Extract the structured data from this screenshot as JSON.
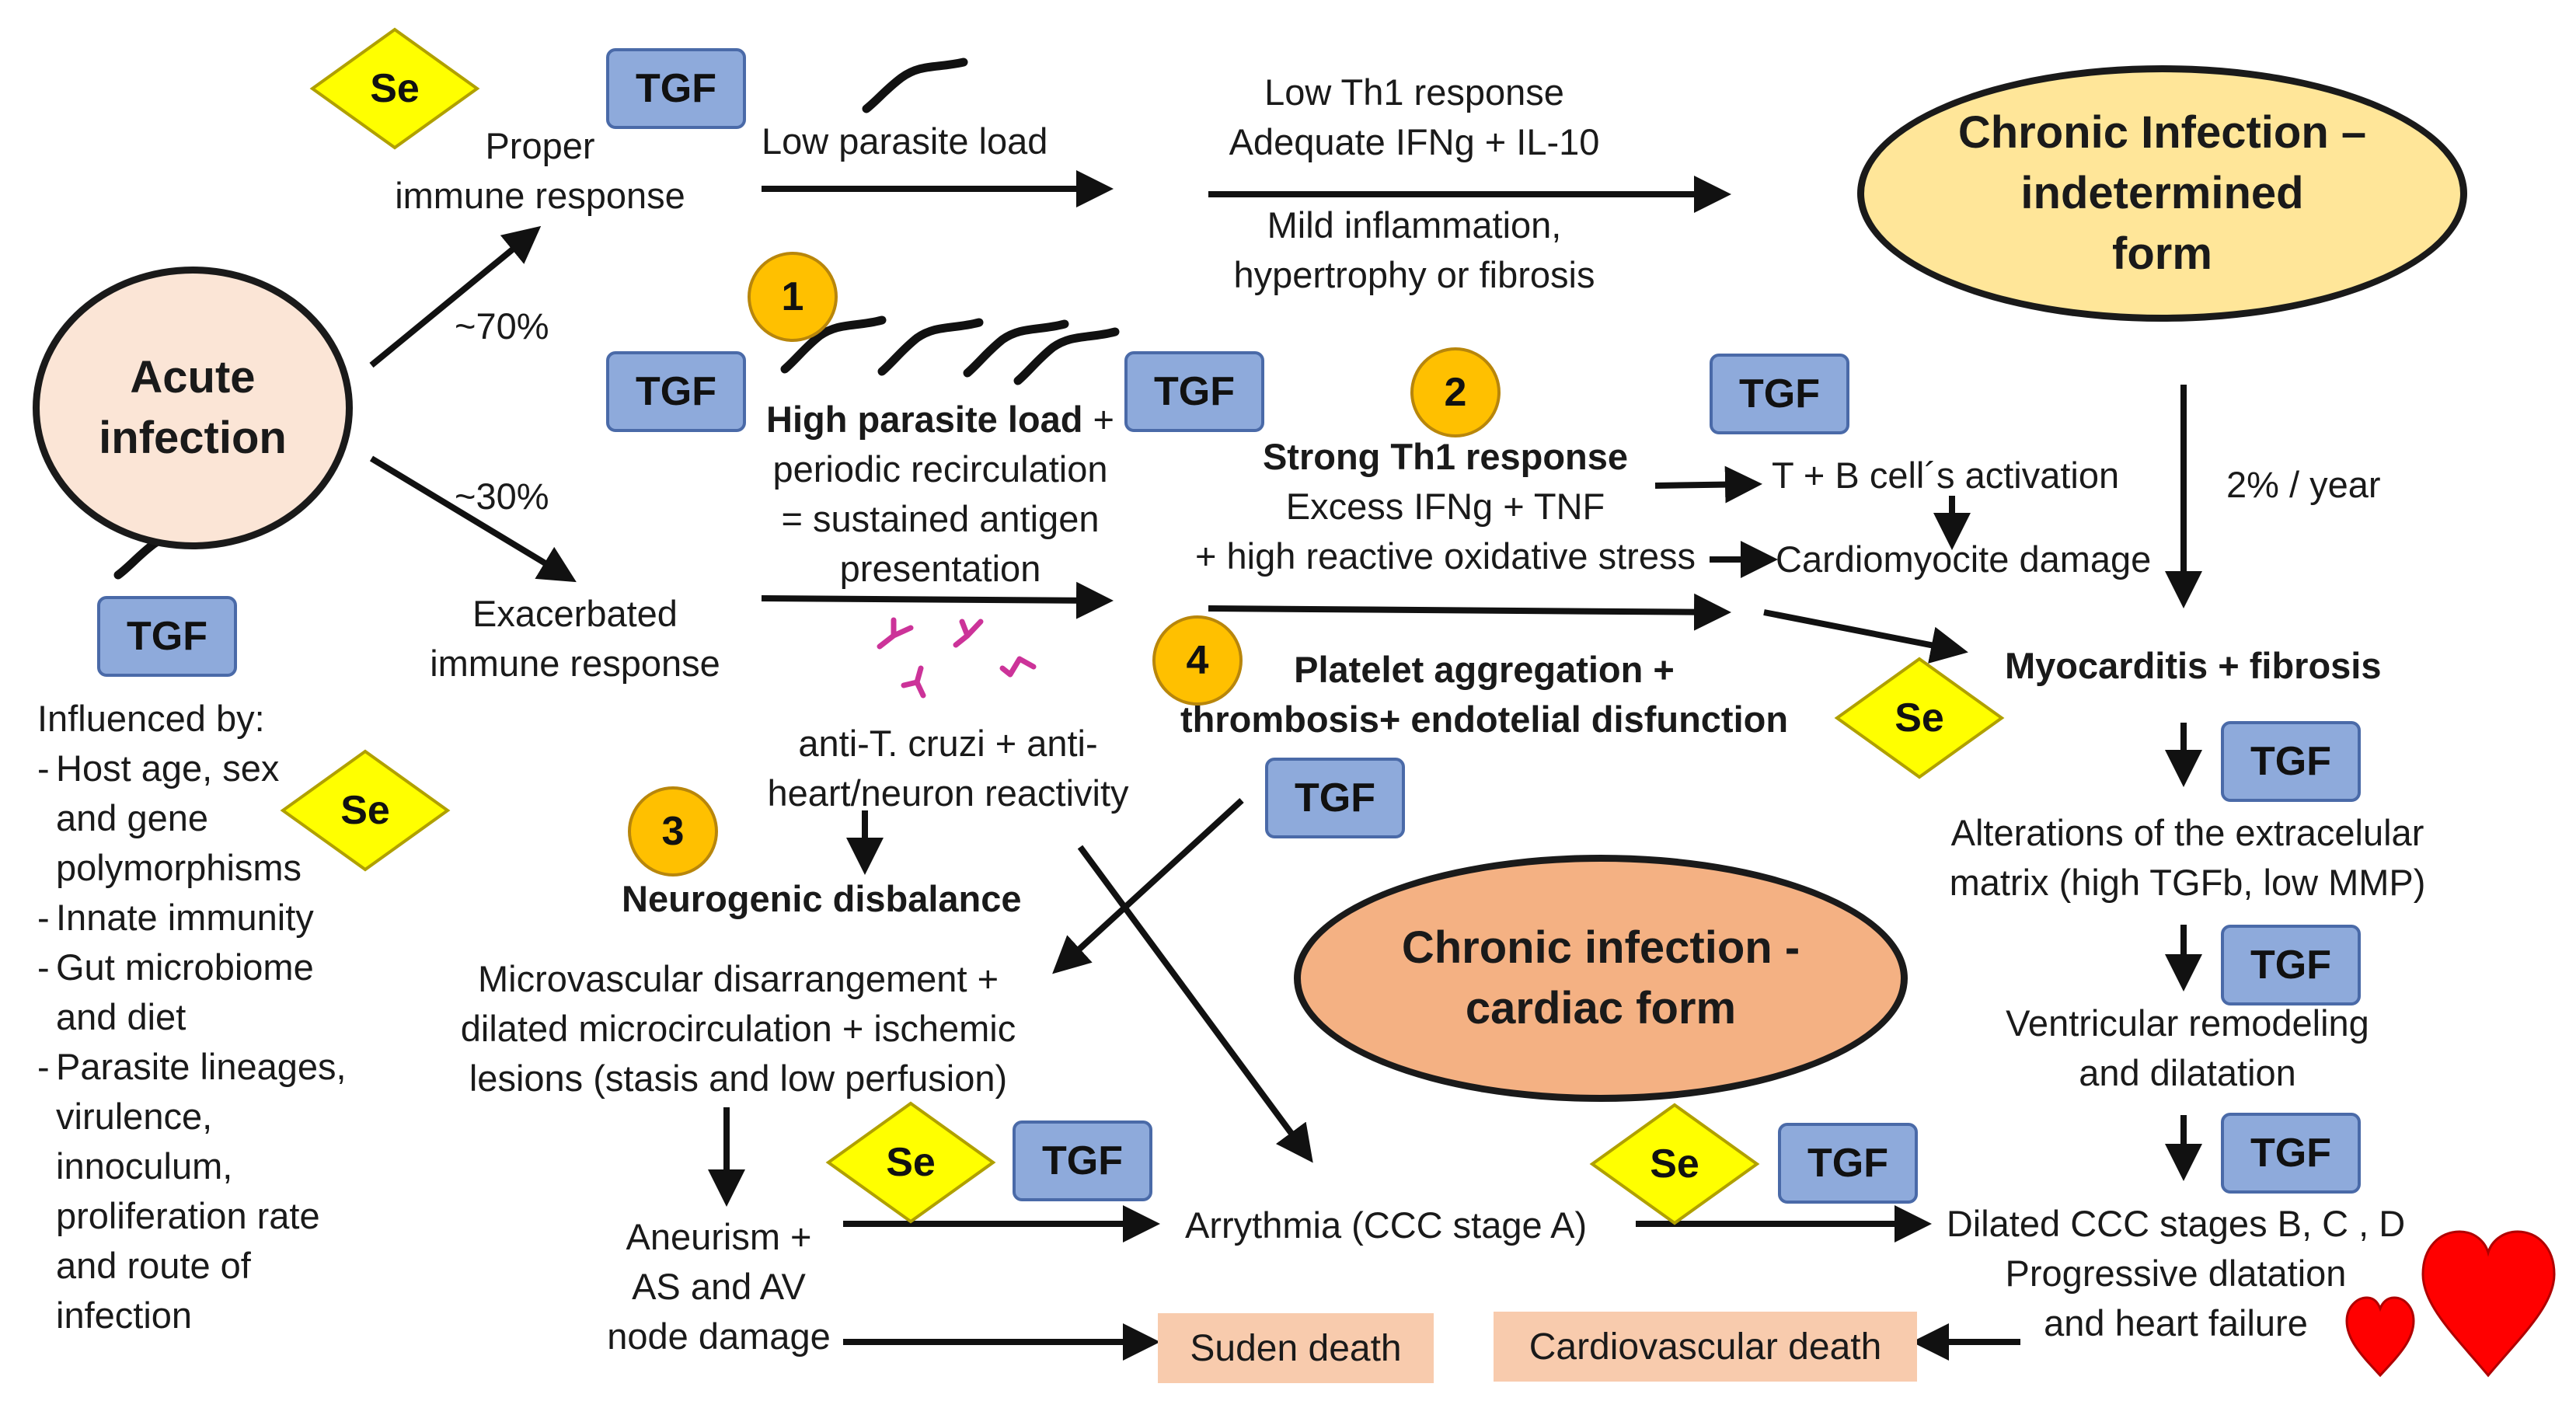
{
  "ellipses": {
    "acute": [
      "Acute",
      "infection"
    ],
    "chronic_indeterminate": [
      "Chronic Infection –",
      "indetermined",
      "form"
    ],
    "chronic_cardiac": [
      "Chronic infection -",
      "cardiac form"
    ]
  },
  "percent_70": "~70%",
  "percent_30": "~30%",
  "rate": "2% / year",
  "badges": {
    "tgf": "TGF",
    "se": "Se",
    "n1": "1",
    "n2": "2",
    "n3": "3",
    "n4": "4"
  },
  "texts": {
    "proper_immune": [
      "Proper",
      "immune response"
    ],
    "low_parasite": "Low parasite load",
    "low_th1": [
      "Low Th1 response",
      "Adequate IFNg + IL-10"
    ],
    "mild_inflammation": [
      "Mild inflammation,",
      "hypertrophy or fibrosis"
    ],
    "high_parasite_bold": "High parasite load",
    "high_parasite_rest": " +",
    "recirculation": [
      "periodic recirculation",
      "= sustained antigen",
      "presentation"
    ],
    "exacerbated": [
      "Exacerbated",
      "immune response"
    ],
    "strong_th1": "Strong Th1 response",
    "excess_ifng": [
      "Excess IFNg + TNF",
      "+ high reactive oxidative stress"
    ],
    "tb_activation": "T + B cell´s activation",
    "cardiomyocyte": "Cardiomyocite damage",
    "platelet": [
      "Platelet aggregation  +",
      "thrombosis+ endotelial disfunction"
    ],
    "anti_cruzi": [
      "anti-T. cruzi + anti-",
      "heart/neuron reactivity"
    ],
    "myocarditis": "Myocarditis + fibrosis",
    "extracellular": [
      "Alterations of the extracelular",
      "matrix (high TGFb, low MMP)"
    ],
    "ventricular": [
      "Ventricular remodeling",
      "and dilatation"
    ],
    "dilated": [
      "Dilated CCC stages B, C , D",
      "Progressive dlatation",
      "and  heart failure"
    ],
    "neurogenic": "Neurogenic disbalance",
    "microvascular": [
      "Microvascular disarrangement +",
      "dilated microcirculation + ischemic",
      "lesions (stasis and low perfusion)"
    ],
    "aneurism": [
      "Aneurism +",
      "AS and AV",
      "node damage"
    ],
    "arrythmia": "Arrythmia (CCC stage A)",
    "sudden_death": "Suden death",
    "cardio_death": "Cardiovascular death",
    "influenced_title": "Influenced by:",
    "influenced_items": [
      [
        "Host age, sex",
        "and gene",
        "polymorphisms"
      ],
      [
        "Innate immunity"
      ],
      [
        "Gut microbiome",
        "and diet"
      ],
      [
        "Parasite lineages,",
        "virulence,",
        "innoculum,",
        "proliferation rate",
        "and route of",
        "infection"
      ]
    ]
  },
  "colors": {
    "tgf_fill": "#8eaadb",
    "se_fill": "#ffff00",
    "number_fill": "#ffc000",
    "acute_fill": "#fbe5d6",
    "indeterminate_fill": "#ffe699",
    "cardiac_fill": "#f4b183",
    "death_box_fill": "#f8cbad",
    "heart_red": "#ff0000",
    "antibody_magenta": "#cc3399"
  }
}
